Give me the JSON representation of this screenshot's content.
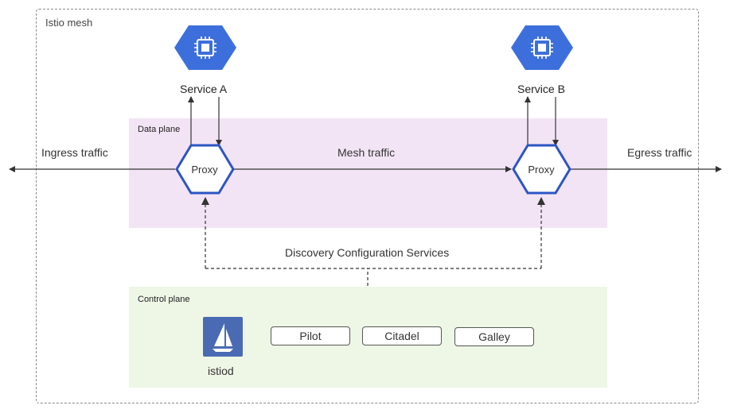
{
  "mesh": {
    "label": "Istio mesh"
  },
  "data_plane": {
    "label": "Data plane"
  },
  "control_plane": {
    "label": "Control plane"
  },
  "services": [
    {
      "label": "Service A",
      "icon": "chip-icon"
    },
    {
      "label": "Service B",
      "icon": "chip-icon"
    }
  ],
  "proxies": [
    {
      "label": "Proxy"
    },
    {
      "label": "Proxy"
    }
  ],
  "traffic": {
    "ingress": "Ingress traffic",
    "mesh": "Mesh traffic",
    "egress": "Egress traffic"
  },
  "discovery": "Discovery Configuration Services",
  "istiod": {
    "label": "istiod",
    "icon": "sail-icon"
  },
  "components": [
    "Pilot",
    "Citadel",
    "Galley"
  ],
  "colors": {
    "service_hex": "#3d6fdc",
    "proxy_border": "#2c55c4",
    "data_plane_bg": "#f2e4f4",
    "control_plane_bg": "#eef6e6",
    "istiod_bg": "#4a6bb3"
  }
}
